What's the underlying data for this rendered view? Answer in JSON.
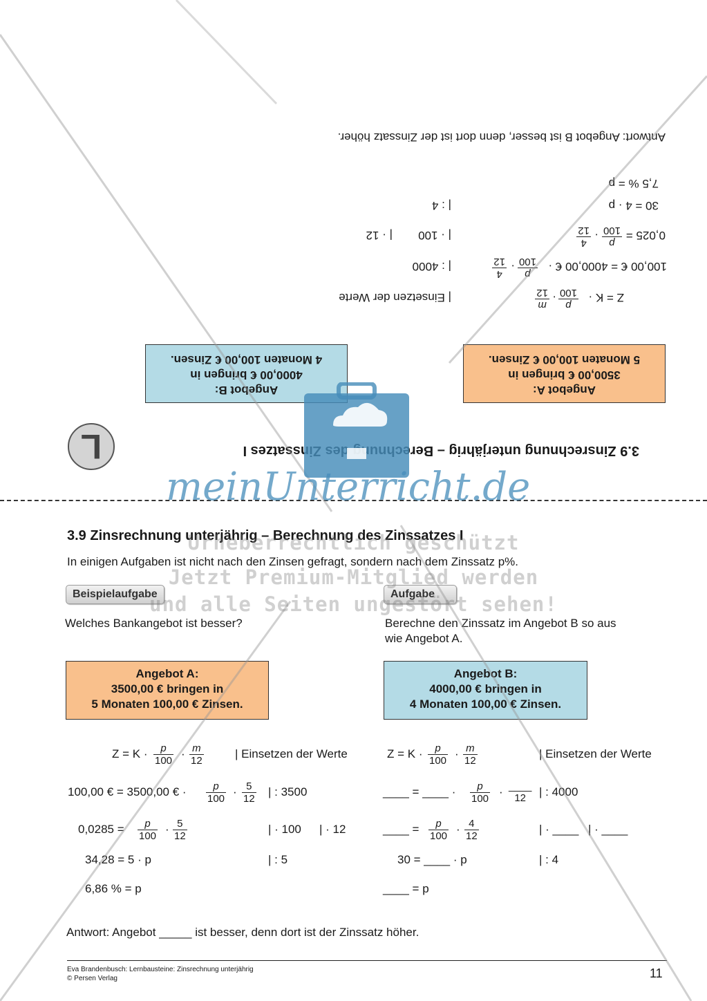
{
  "solution": {
    "title": "3.9 Zinsrechnung unterjährig – Berechnung des Zinssatzes I",
    "badge": "L",
    "box_a": [
      "Angebot A:",
      "3500,00 € bringen in",
      "5 Monaten 100,00 € Zinsen."
    ],
    "box_b": [
      "Angebot B:",
      "4000,00 € bringen in",
      "4 Monaten 100,00 € Zinsen."
    ],
    "line1": {
      "lhs": "Z = K ·",
      "f1": [
        "p",
        "100"
      ],
      "f2": [
        "m",
        "12"
      ],
      "note": "| Einsetzen der Werte"
    },
    "line2": {
      "lhs": "100,00 € = 4000,00 € ·",
      "f1": [
        "p",
        "100"
      ],
      "f2": [
        "4",
        "12"
      ],
      "note": "| : 4000"
    },
    "line3": {
      "lhs": "0,025 =",
      "f1": [
        "p",
        "100"
      ],
      "f2": [
        "4",
        "12"
      ],
      "note1": "| · 100",
      "note2": "| · 12"
    },
    "line4": {
      "lhs": "30 = 4 · p",
      "note": "| : 4"
    },
    "line5": {
      "lhs": "7,5 % = p"
    },
    "answer": "Antwort: Angebot B ist besser, denn dort ist der Zinssatz höher."
  },
  "watermark": {
    "brand": "meinUnterricht.de",
    "line1": "Urheberrechtlich geschützt",
    "line2": "Jetzt Premium-Mitglied werden",
    "line3": "und alle Seiten ungestört sehen!"
  },
  "worksheet": {
    "title": "3.9 Zinsrechnung unterjährig – Berechnung des Zinssatzes I",
    "intro": "In einigen Aufgaben ist nicht nach den Zinsen gefragt, sondern nach dem Zinssatz p%.",
    "example_button": "Beispielaufgabe",
    "task_button": "Aufgabe",
    "example_question": "Welches Bankangebot ist besser?",
    "task_question_1": "Berechne den Zinssatz im Angebot B so aus",
    "task_question_2": "wie Angebot A.",
    "box_a": [
      "Angebot A:",
      "3500,00 € bringen in",
      "5 Monaten 100,00 € Zinsen."
    ],
    "box_b": [
      "Angebot B:",
      "4000,00 € bringen in",
      "4 Monaten 100,00 € Zinsen."
    ],
    "left": {
      "l1": {
        "lhs": "Z  = K ·",
        "f1": [
          "p",
          "100"
        ],
        "f2": [
          "m",
          "12"
        ],
        "note": "| Einsetzen der Werte"
      },
      "l2": {
        "lhs": "100,00 €  = 3500,00 € ·",
        "f1": [
          "p",
          "100"
        ],
        "f2": [
          "5",
          "12"
        ],
        "note": "| : 3500"
      },
      "l3": {
        "lhs": "0,0285  =",
        "f1": [
          "p",
          "100"
        ],
        "f2": [
          "5",
          "12"
        ],
        "note1": "| · 100",
        "note2": "| · 12"
      },
      "l4": {
        "lhs": "34,28  = 5 · p",
        "note": "| : 5"
      },
      "l5": {
        "lhs": "6,86 %  = p"
      }
    },
    "right": {
      "r1": {
        "lhs": "Z  = K ·",
        "f1": [
          "p",
          "100"
        ],
        "f2": [
          "m",
          "12"
        ],
        "note": "| Einsetzen der Werte"
      },
      "r2": {
        "lhs": "____  =  ____ ·",
        "f1": [
          "p",
          "100"
        ],
        "f2": [
          "____",
          "12"
        ],
        "note": "| : 4000"
      },
      "r3": {
        "lhs": "____  =",
        "f1": [
          "p",
          "100"
        ],
        "f2": [
          "4",
          "12"
        ],
        "note1": "| · ____",
        "note2": "| · ____"
      },
      "r4": {
        "lhs": "30  =  ____ · p",
        "note": "| : 4"
      },
      "r5": {
        "lhs": "____  = p"
      }
    },
    "answer": "Antwort: Angebot _____ ist besser, denn dort ist der Zinssatz höher."
  },
  "footer": {
    "line1": "Eva Brandenbusch: Lernbausteine: Zinsrechnung unterjährig",
    "line2": "© Persen Verlag",
    "page_number": "11"
  }
}
